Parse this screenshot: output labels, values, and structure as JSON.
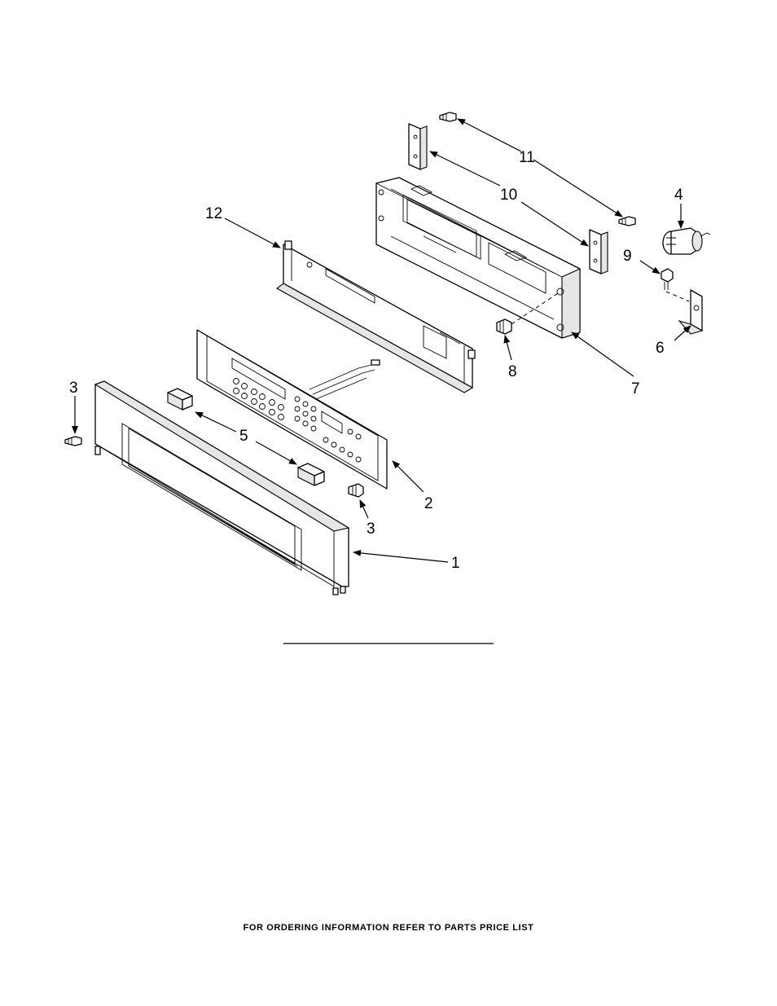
{
  "callouts": {
    "c1": "1",
    "c2": "2",
    "c3a": "3",
    "c3b": "3",
    "c4": "4",
    "c5": "5",
    "c6": "6",
    "c7": "7",
    "c8": "8",
    "c9": "9",
    "c10": "10",
    "c11": "11",
    "c12": "12"
  },
  "footer": {
    "text": "FOR ORDERING INFORMATION REFER TO PARTS PRICE LIST"
  }
}
